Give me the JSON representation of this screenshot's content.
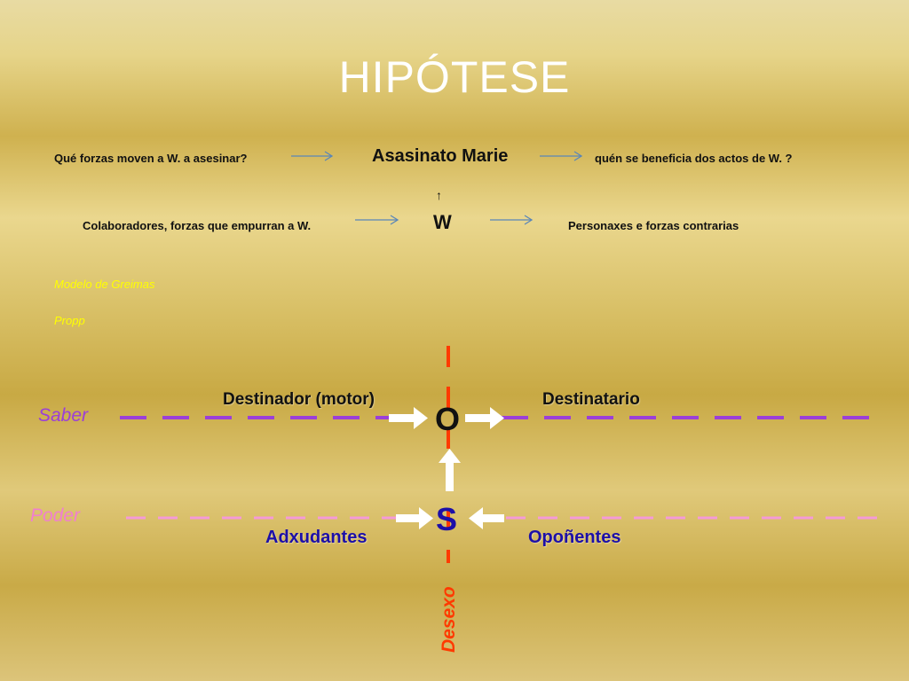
{
  "title": "HIPÓTESE",
  "row1": {
    "left": "Qué forzas moven a W. a asesinar?",
    "center": "Asasinato Marie",
    "right": "quén se beneficia dos actos de W. ?"
  },
  "row2": {
    "up_arrow": "↑",
    "left": "Colaboradores, forzas que empurran a W.",
    "center": "W",
    "right": "Personaxes e forzas contrarias"
  },
  "notes": {
    "greimas": "Modelo de Greimas",
    "propp": "Propp"
  },
  "diagram": {
    "saber": "Saber",
    "poder": "Poder",
    "desexo": "Desexo",
    "destinador": "Destinador (motor)",
    "destinatario": "Destinatario",
    "adxudantes": "Adxudantes",
    "oponentes": "Opoñentes",
    "object": "O",
    "subject": "S",
    "colors": {
      "saber_line": "#9b3fd8",
      "poder_line": "#f49ad8",
      "desexo_line": "#ff3a00",
      "arrow": "#ffffff",
      "subject": "#1c0fa8"
    }
  }
}
